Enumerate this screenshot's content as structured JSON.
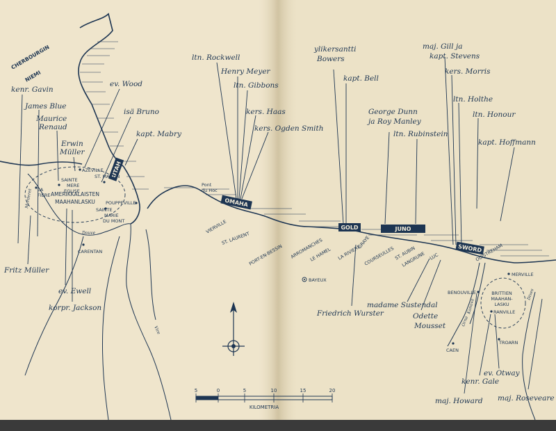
{
  "map": {
    "title_lines": [
      "CHERBOURGIN",
      "NIEMI"
    ],
    "beaches": [
      "UTAH",
      "OMAHA",
      "GOLD",
      "JUNO",
      "SWORD"
    ],
    "regions": {
      "american": [
        "AMERIKKALAISTEN",
        "MAAHANLASKU"
      ],
      "british": [
        "BRITTIEN",
        "MAAHAN-",
        "LASKU"
      ]
    },
    "places": {
      "azeville": "AZEVILLE",
      "st_martin": "ST. MARTIN",
      "la_fiere": [
        "LA",
        "FIERE"
      ],
      "ste_mere": [
        "SAINTE",
        "MERE",
        "EGLISE"
      ],
      "pouppeville": "POUPPEVILLE",
      "ste_marie": [
        "SAINTE",
        "MARIE",
        "DU MONT"
      ],
      "carentan": "CARENTAN",
      "pointe_du_hoc": [
        "Pont",
        "du Hoc"
      ],
      "vierville": "VIERVILLE",
      "st_laurent": "ST. LAURENT",
      "port_en_bessin": "PORT-EN-BESSIN",
      "arromanches": "ARROMANCHES",
      "le_hamel": "LE HAMEL",
      "la_riviere": "LA RIVIERE",
      "graye": "GRAYE",
      "courseulles": "COURSEULLES",
      "st_aubin": "ST. AUBIN",
      "langrune": "LANGRUNE",
      "luc": "LUC",
      "ouistreham": "OUISTREHAM",
      "bayeux": "BAYEUX",
      "merville": "MERVILLE",
      "benouville": "BENOUVILLE",
      "ranville": "RANVILLE",
      "troarn": "TROARN",
      "caen": "CAEN"
    },
    "rivers": {
      "douve": "Douve",
      "merderet": "Merderet",
      "vire": "Vire",
      "orne": "Orne",
      "dives": "Dives",
      "canal": "Kanava"
    },
    "people": {
      "gavin": "kenr. Gavin",
      "blue": "James Blue",
      "renaud": [
        "Maurice",
        "Renaud"
      ],
      "wood": "ev. Wood",
      "bruno": "isä Bruno",
      "muller_e": [
        "Erwin",
        "Müller"
      ],
      "mabry": "kapt. Mabry",
      "rockwell": "ltn. Rockwell",
      "meyer": "Henry Meyer",
      "gibbons": "ltn. Gibbons",
      "haas": "kers. Haas",
      "ogden": "kers. Ogden Smith",
      "bowers": [
        "ylikersantti",
        "Bowers"
      ],
      "bell": "kapt. Bell",
      "dunn": [
        "George Dunn",
        "ja Roy Manley"
      ],
      "rubinstein": "ltn. Rubinstein",
      "gill": [
        "maj. Gill ja",
        "kapt. Stevens"
      ],
      "morris": "kers. Morris",
      "holthe": "ltn. Holthe",
      "honour": "ltn. Honour",
      "hoffmann": "kapt. Hoffmann",
      "fritz": "Fritz Müller",
      "ewell": "ev. Ewell",
      "jackson": "korpr. Jackson",
      "wurster": "Friedrich Wurster",
      "sustendal": "madame Sustendal",
      "odette": [
        "Odette",
        "Mousset"
      ],
      "otway": "ev. Otway",
      "gale": "kenr. Gale",
      "howard": "maj. Howard",
      "roseveare": "maj. Roseveare"
    },
    "scale": {
      "ticks": [
        "5",
        "0",
        "5",
        "10",
        "15",
        "20"
      ],
      "label": "KILOMETRIA"
    },
    "colors": {
      "paper": "#efe5cc",
      "ink": "#1d3552",
      "cover": "#3a3a3a"
    }
  }
}
